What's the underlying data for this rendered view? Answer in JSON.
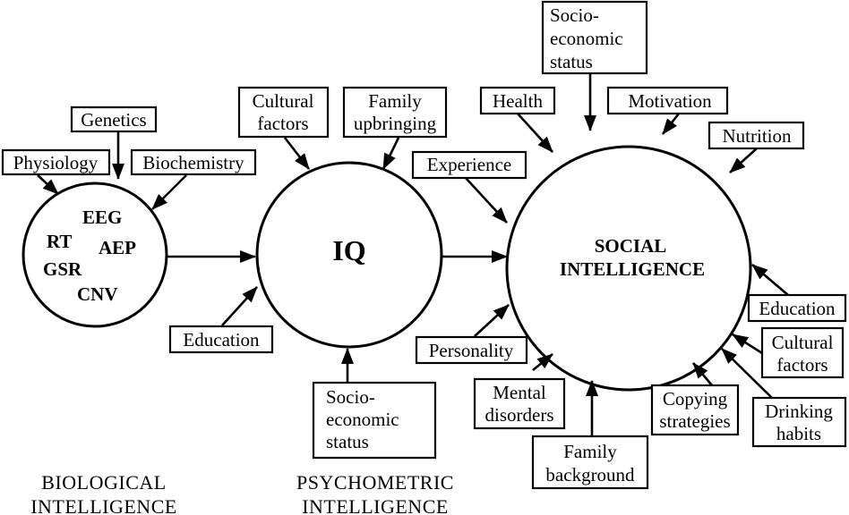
{
  "biological": {
    "markers": [
      "EEG",
      "RT",
      "AEP",
      "GSR",
      "CNV"
    ],
    "inputs": [
      "Genetics",
      "Physiology",
      "Biochemistry"
    ],
    "caption": [
      "BIOLOGICAL",
      "INTELLIGENCE"
    ]
  },
  "psychometric": {
    "center": "IQ",
    "inputs_top": [
      [
        "Cultural",
        "factors"
      ],
      [
        "Family",
        "upbringing"
      ]
    ],
    "input_education": "Education",
    "input_socio": [
      "Socio-",
      "economic",
      "status"
    ],
    "caption": [
      "PSYCHOMETRIC",
      "INTELLIGENCE"
    ]
  },
  "social": {
    "center": [
      "SOCIAL",
      "INTELLIGENCE"
    ],
    "socio": [
      "Socio-",
      "economic",
      "status"
    ],
    "health": "Health",
    "motivation": "Motivation",
    "nutrition": "Nutrition",
    "experience": "Experience",
    "education": "Education",
    "cultural": [
      "Cultural",
      "factors"
    ],
    "drinking": [
      "Drinking",
      "habits"
    ],
    "copying": [
      "Copying",
      "strategies"
    ],
    "family": [
      "Family",
      "background"
    ],
    "mental": [
      "Mental",
      "disorders"
    ],
    "personality": "Personality"
  }
}
